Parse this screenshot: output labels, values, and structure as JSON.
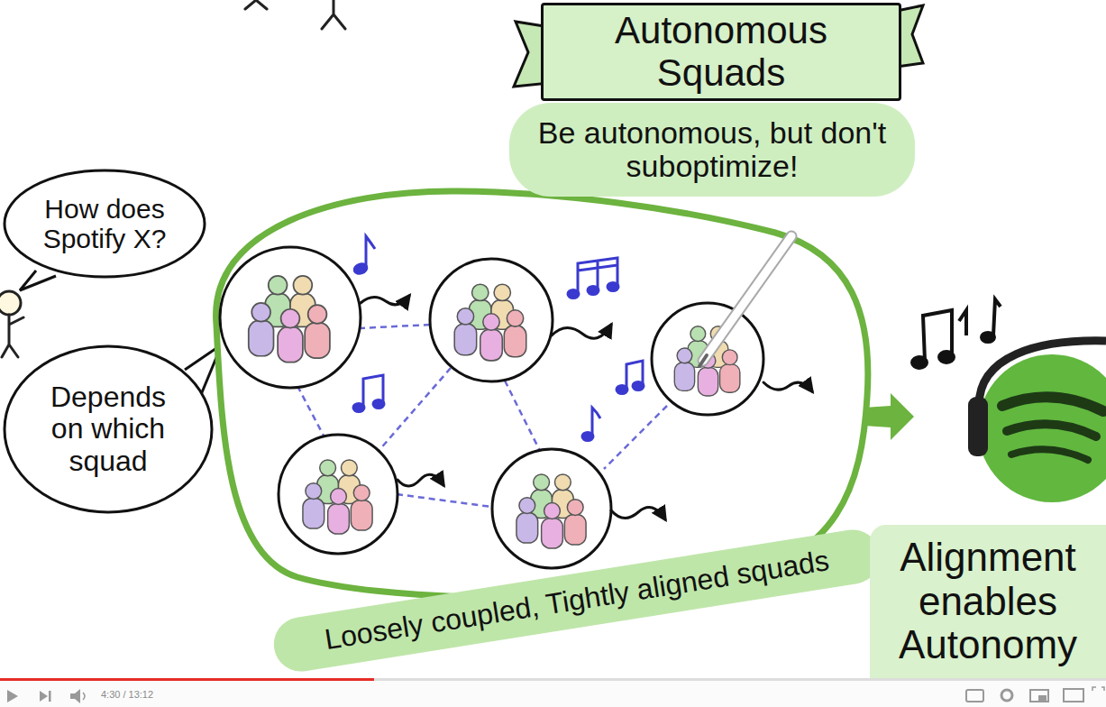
{
  "diagram": {
    "nodes": [
      {
        "text": [
          "Autonomous Squads"
        ]
      },
      {
        "text": [
          "Be autonomous, but don't suboptimize!"
        ]
      },
      {
        "text": [
          "How does Spotify X?"
        ]
      },
      {
        "text": [
          "Depends on which squad"
        ]
      },
      {
        "text": [
          "Loosely coupled, Tightly aligned squads"
        ]
      },
      {
        "text": [
          "Alignment enables Autonomy"
        ]
      }
    ],
    "labels": [
      "4:30 / 13:12"
    ]
  }
}
